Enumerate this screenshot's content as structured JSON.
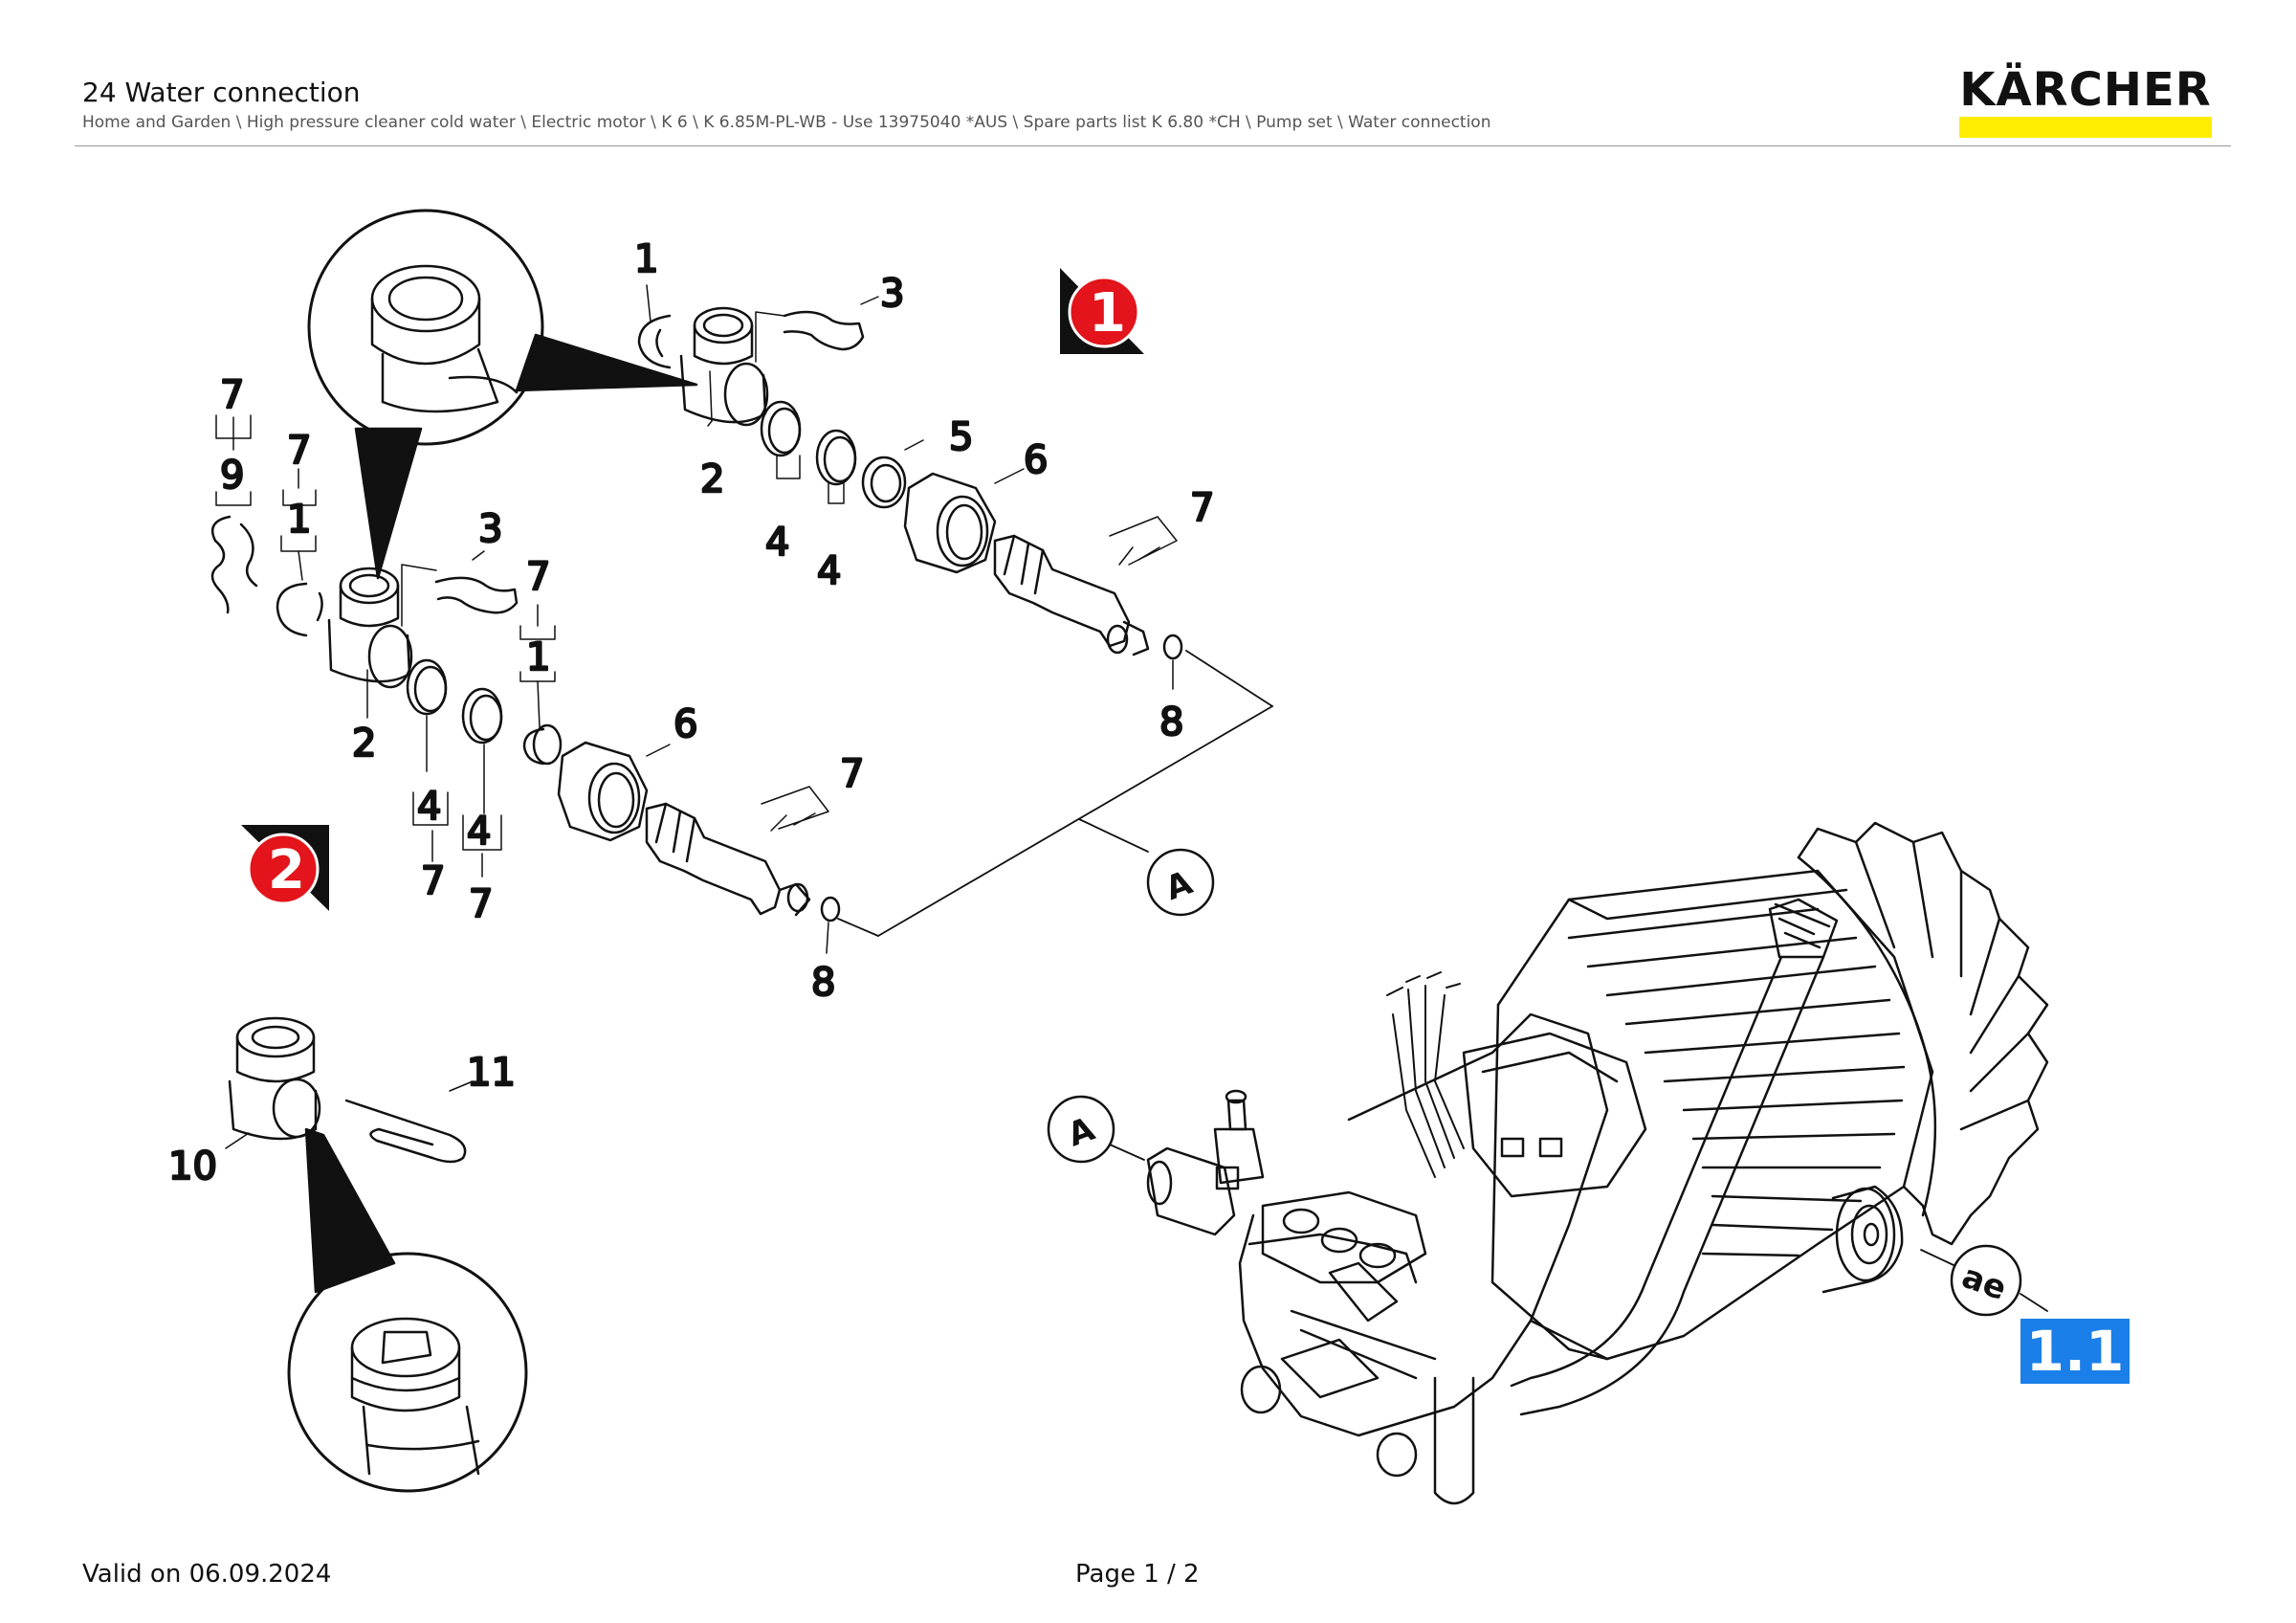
{
  "header": {
    "title": "24 Water connection",
    "breadcrumb": "Home and Garden \\ High pressure cleaner cold water \\ Electric motor \\ K 6 \\ K 6.85M-PL-WB - Use 13975040 *AUS \\ Spare parts list K 6.80 *CH \\ Pump set \\ Water connection"
  },
  "logo": {
    "text": "KÄRCHER",
    "bar_color": "#ffed00"
  },
  "footer": {
    "valid_on": "Valid on 06.09.2024",
    "page": "Page 1 / 2"
  },
  "badges": {
    "variant1": "1",
    "variant2": "2",
    "ref": "1.1",
    "variant_color": "#e3141b",
    "ref_color": "#1a7fe8"
  },
  "callouts": {
    "group1": {
      "c1": "1",
      "c2": "2",
      "c3": "3",
      "c4a": "4",
      "c4b": "4",
      "c5": "5",
      "c6": "6",
      "c7": "7",
      "c8": "8"
    },
    "group2": {
      "c7a": "7",
      "c9": "9",
      "c7b": "7",
      "c1a": "1",
      "c3": "3",
      "c7c": "7",
      "c1b": "1",
      "c2": "2",
      "c4a": "4",
      "c4b": "4",
      "c7d": "7",
      "c7e": "7",
      "c6": "6",
      "c7f": "7",
      "c8": "8"
    },
    "group3": {
      "c10": "10",
      "c11": "11"
    },
    "markers": {
      "a1": "A",
      "a2": "A",
      "ae": "ae"
    }
  }
}
